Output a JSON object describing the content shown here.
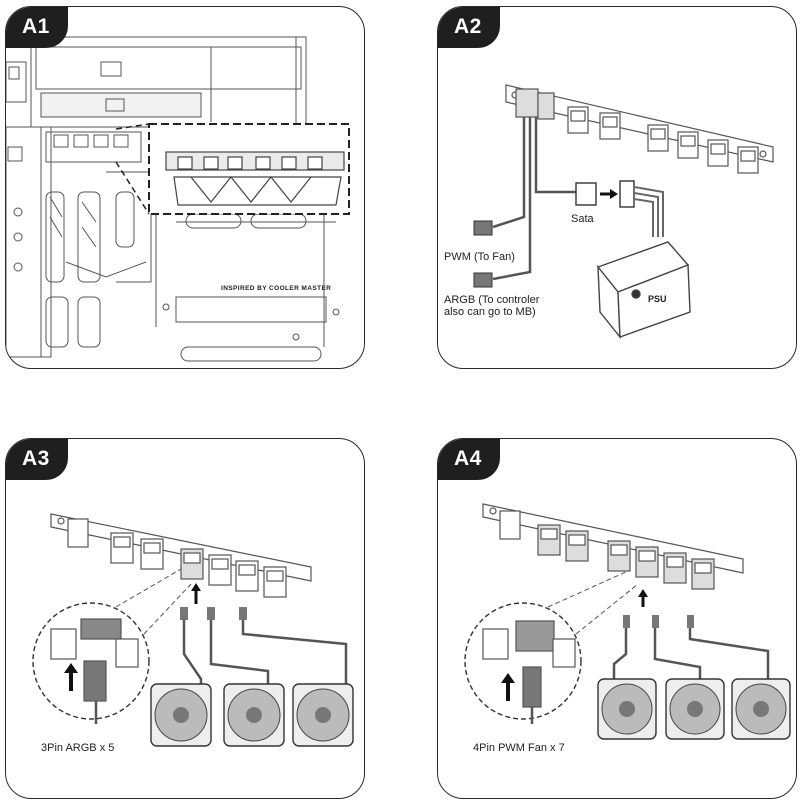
{
  "panels": [
    {
      "tag": "A1"
    },
    {
      "tag": "A2"
    },
    {
      "tag": "A3"
    },
    {
      "tag": "A4"
    }
  ],
  "a1": {
    "case_text": "INSPIRED BY COOLER MASTER"
  },
  "a2": {
    "sata_label": "Sata",
    "psu_label": "PSU",
    "pwm_label": "PWM (To Fan)",
    "argb_label_line1": "ARGB (To controler",
    "argb_label_line2": "also can go to MB)"
  },
  "a3": {
    "caption": "3Pin ARGB x 5"
  },
  "a4": {
    "caption": "4Pin PWM Fan x 7"
  }
}
